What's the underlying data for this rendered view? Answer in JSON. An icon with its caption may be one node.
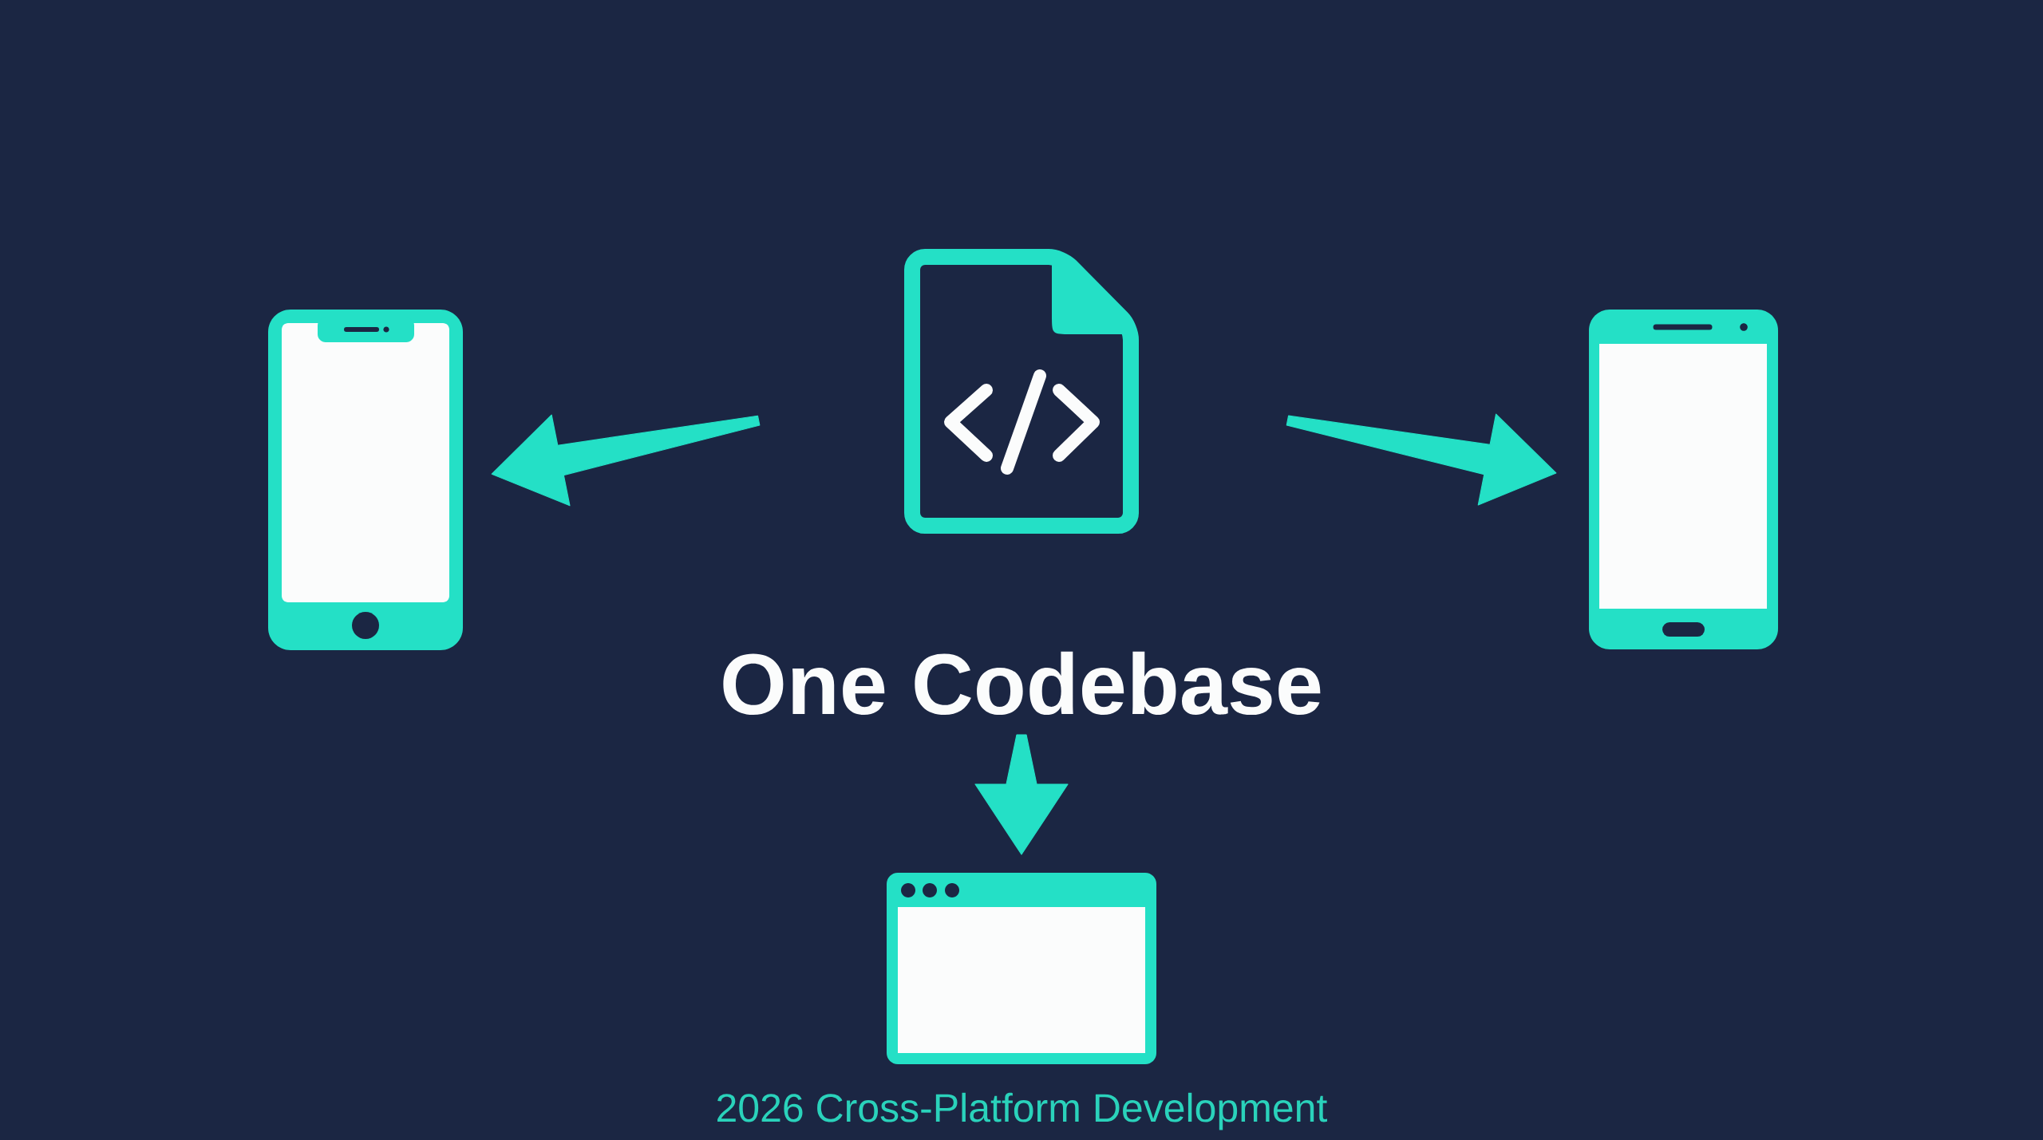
{
  "diagram": {
    "caption": "2026 Cross-Platform Development",
    "nodes": [
      {
        "text": [
          "One Codebase"
        ]
      },
      {
        "text": [],
        "shape": "phone"
      },
      {
        "text": [],
        "shape": "phone"
      },
      {
        "text": [],
        "shape": "window"
      }
    ],
    "edges": [
      {
        "from": 0,
        "to": 1,
        "arrow": "to"
      },
      {
        "from": 0,
        "to": 2,
        "arrow": "to"
      },
      {
        "from": 0,
        "to": 3,
        "arrow": "to"
      }
    ]
  }
}
